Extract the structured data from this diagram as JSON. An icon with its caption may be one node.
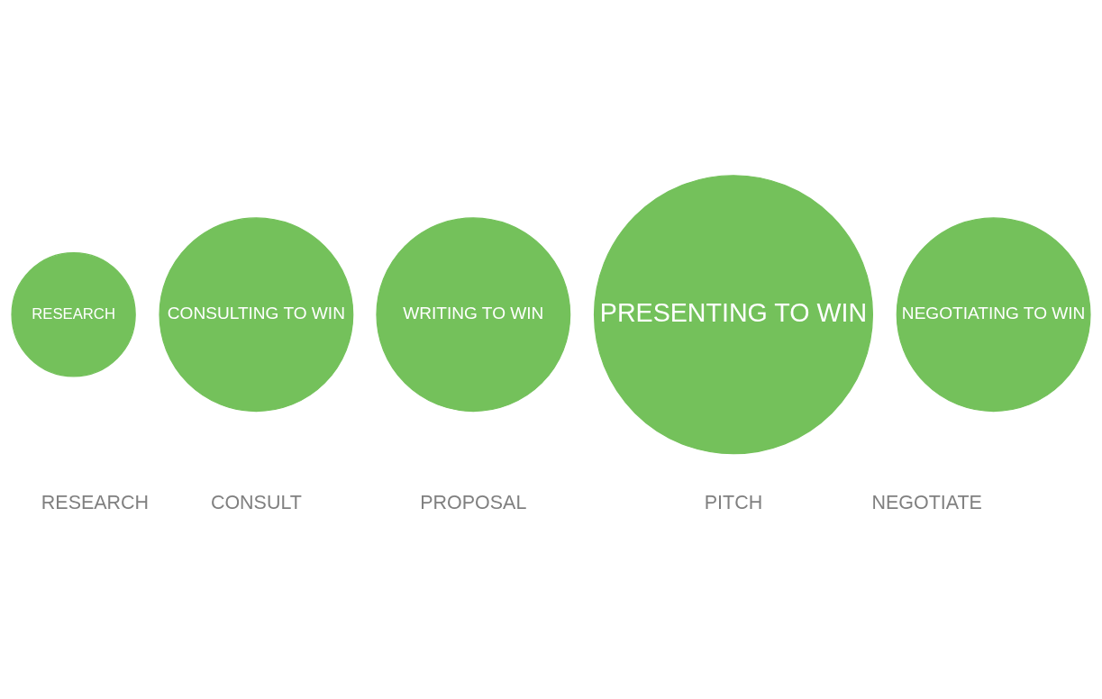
{
  "diagram": {
    "nodes": [
      {
        "text": [
          "RESEARCH"
        ]
      },
      {
        "text": [
          "CONSULTING TO WIN"
        ]
      },
      {
        "text": [
          "WRITING TO WIN"
        ]
      },
      {
        "text": [
          "PRESENTING TO WIN"
        ]
      },
      {
        "text": [
          "NEGOTIATING TO WIN"
        ]
      }
    ],
    "labels": [
      "RESEARCH",
      "CONSULT",
      "PROPOSAL",
      "PITCH",
      "NEGOTIATE"
    ]
  }
}
